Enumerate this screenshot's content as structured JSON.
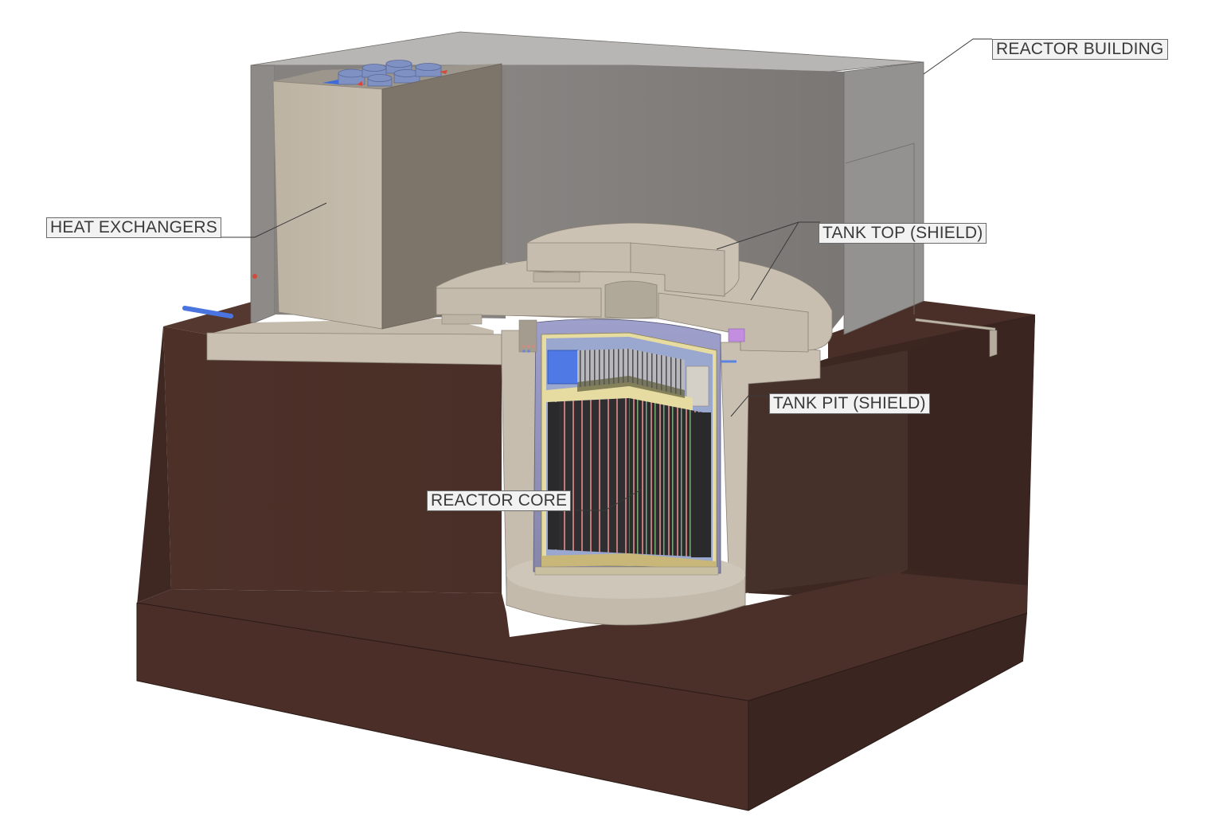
{
  "diagram": {
    "type": "3d-cutaway",
    "subject": "Reactor facility cross-section",
    "labels": {
      "reactor_building": "REACTOR BUILDING",
      "heat_exchangers": "HEAT EXCHANGERS",
      "tank_top": "TANK TOP (SHIELD)",
      "tank_pit": "TANK PIT (SHIELD)",
      "reactor_core": "REACTOR CORE"
    },
    "colors": {
      "earth": "#4a3028",
      "earth_dark": "#3c2722",
      "earth_top": "#553830",
      "concrete": "#c9c0b2",
      "concrete_shadow": "#a9a092",
      "building_wall": "#8c8987",
      "building_roof": "#b8b6b4",
      "building_inner": "#7e7b78",
      "vessel": "#8f8fb3",
      "core_dark": "#2e2e30",
      "liner_yellow": "#e6dba0",
      "heat_exchanger_tube": "#7d8fbd",
      "pipe_blue": "#4a74e0",
      "pipe_red": "#d24a3a",
      "label_bg": "#f2f2f2",
      "label_text": "#3a3a3a"
    }
  }
}
